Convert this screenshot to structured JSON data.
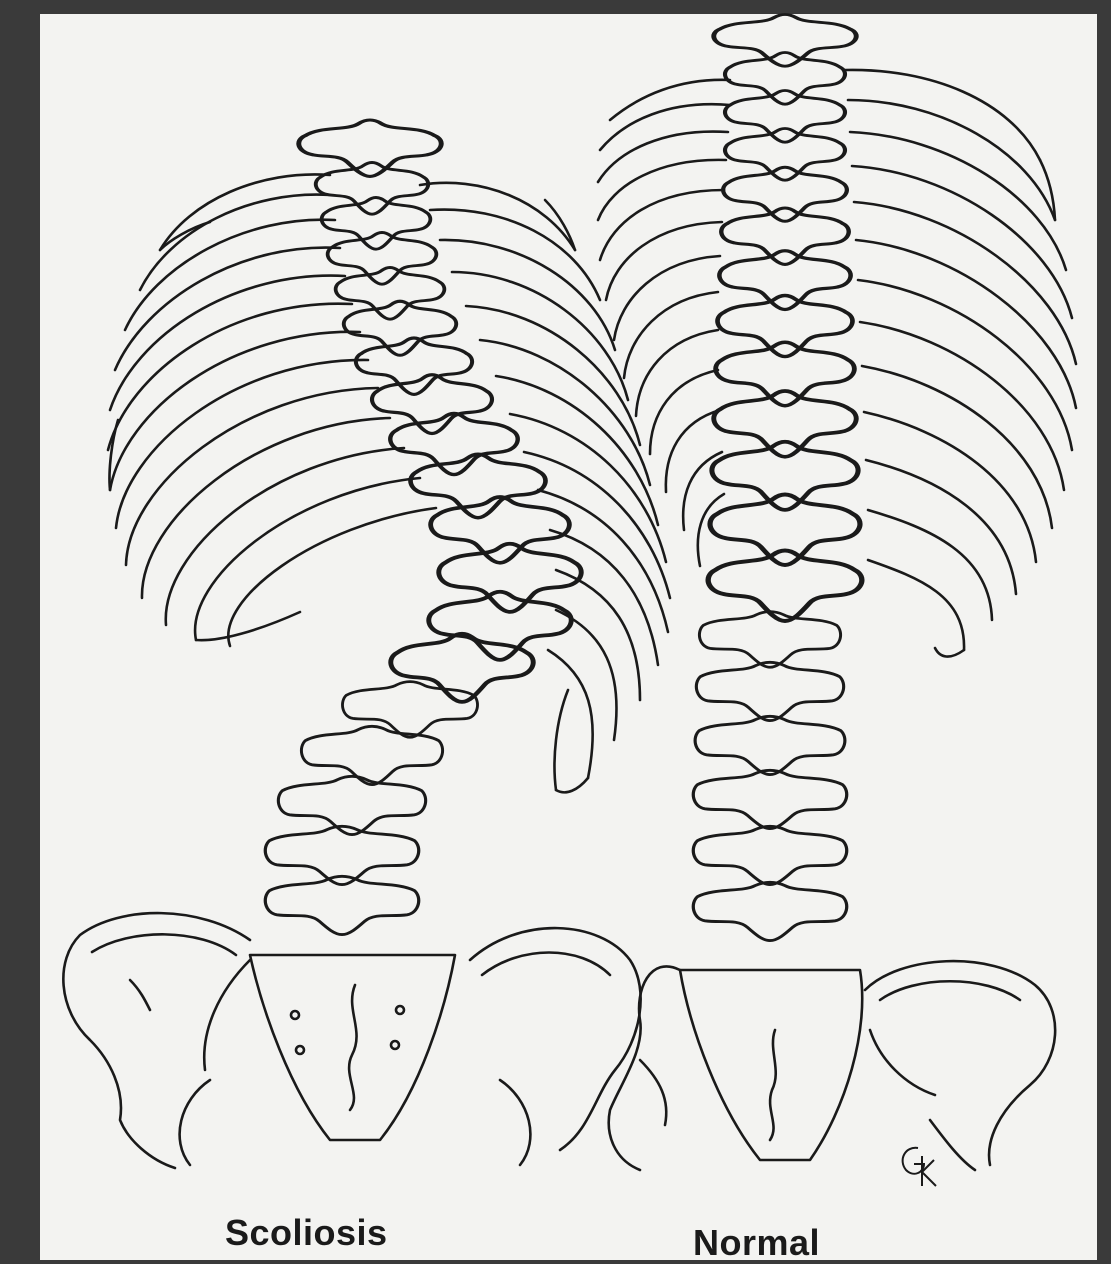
{
  "labels": {
    "left": "Scoliosis",
    "right": "Normal"
  },
  "signature": "GK",
  "colors": {
    "background": "#3a3a3a",
    "paper": "#f3f3f1",
    "ink": "#1a1a1a"
  }
}
